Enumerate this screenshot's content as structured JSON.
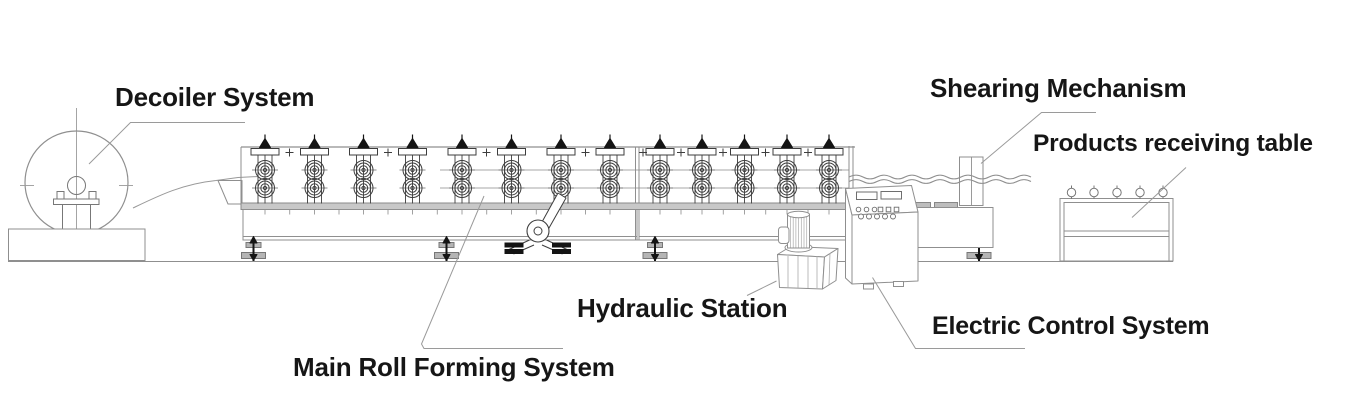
{
  "diagram": {
    "type": "machine-line-side-view",
    "labels": {
      "decoiler": "Decoiler System",
      "shearing": "Shearing Mechanism",
      "receiving_table": "Products receiving table",
      "hydraulic": "Hydraulic Station",
      "electric": "Electric Control System",
      "main_roll": "Main Roll Forming System"
    },
    "components": [
      "decoiler-system",
      "main-roll-forming-system",
      "hydraulic-station",
      "electric-control-system",
      "shearing-mechanism",
      "products-receiving-table"
    ],
    "colors": {
      "background": "#ffffff",
      "frame_line": "#8f8f8f",
      "stand_line": "#3d3d3d",
      "accent_black": "#141414",
      "rail_fill": "#c8c8c8",
      "pad_fill": "#b5b5b5",
      "text": "#161616"
    }
  }
}
